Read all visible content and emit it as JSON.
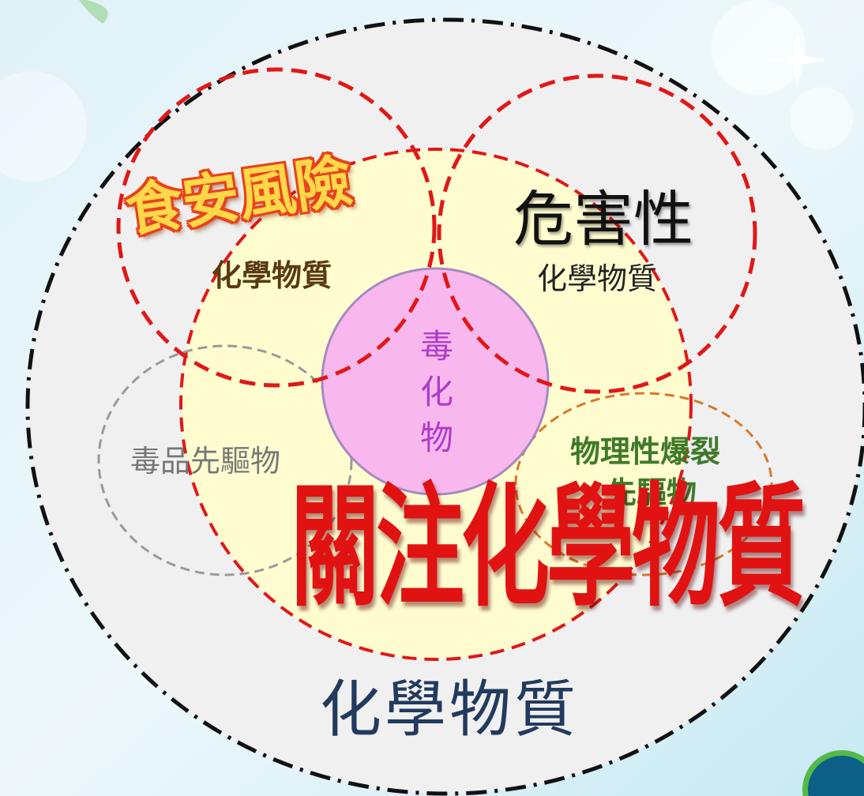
{
  "diagram": {
    "outer_label": "化學物質",
    "food_safety": {
      "title": "食安風險",
      "subtitle": "化學物質"
    },
    "hazardous": {
      "title": "危害性",
      "subtitle": "化學物質"
    },
    "toxic": {
      "label": "毒化物"
    },
    "drug_precursor": {
      "label": "毒品先驅物"
    },
    "physical_explosive": {
      "line1": "物理性爆裂",
      "line2": "先驅物"
    },
    "concern": {
      "label": "關注化學物質"
    }
  },
  "colors": {
    "outer_fill": "#f0f0f0",
    "concern_fill": "#fffdd0",
    "red_dash": "#e01818",
    "toxic_fill": "#f8b8ee",
    "toxic_stroke": "#a48ac0",
    "drug_stroke": "#9a9a9a",
    "explosive_stroke": "#d9782a"
  }
}
